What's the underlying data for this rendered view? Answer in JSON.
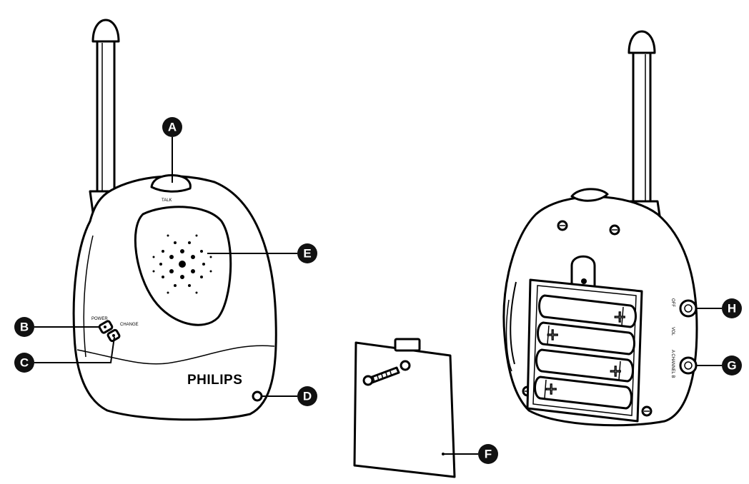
{
  "brand": "PHILIPS",
  "labels": {
    "tiny_a": "TALK",
    "tiny_b": "POWER",
    "tiny_c": "CHANGE",
    "tiny_h": "OFF",
    "tiny_h2": "VOL",
    "tiny_g": "A CHANNEL B"
  },
  "callouts": {
    "A": "A",
    "B": "B",
    "C": "C",
    "D": "D",
    "E": "E",
    "F": "F",
    "G": "G",
    "H": "H"
  }
}
